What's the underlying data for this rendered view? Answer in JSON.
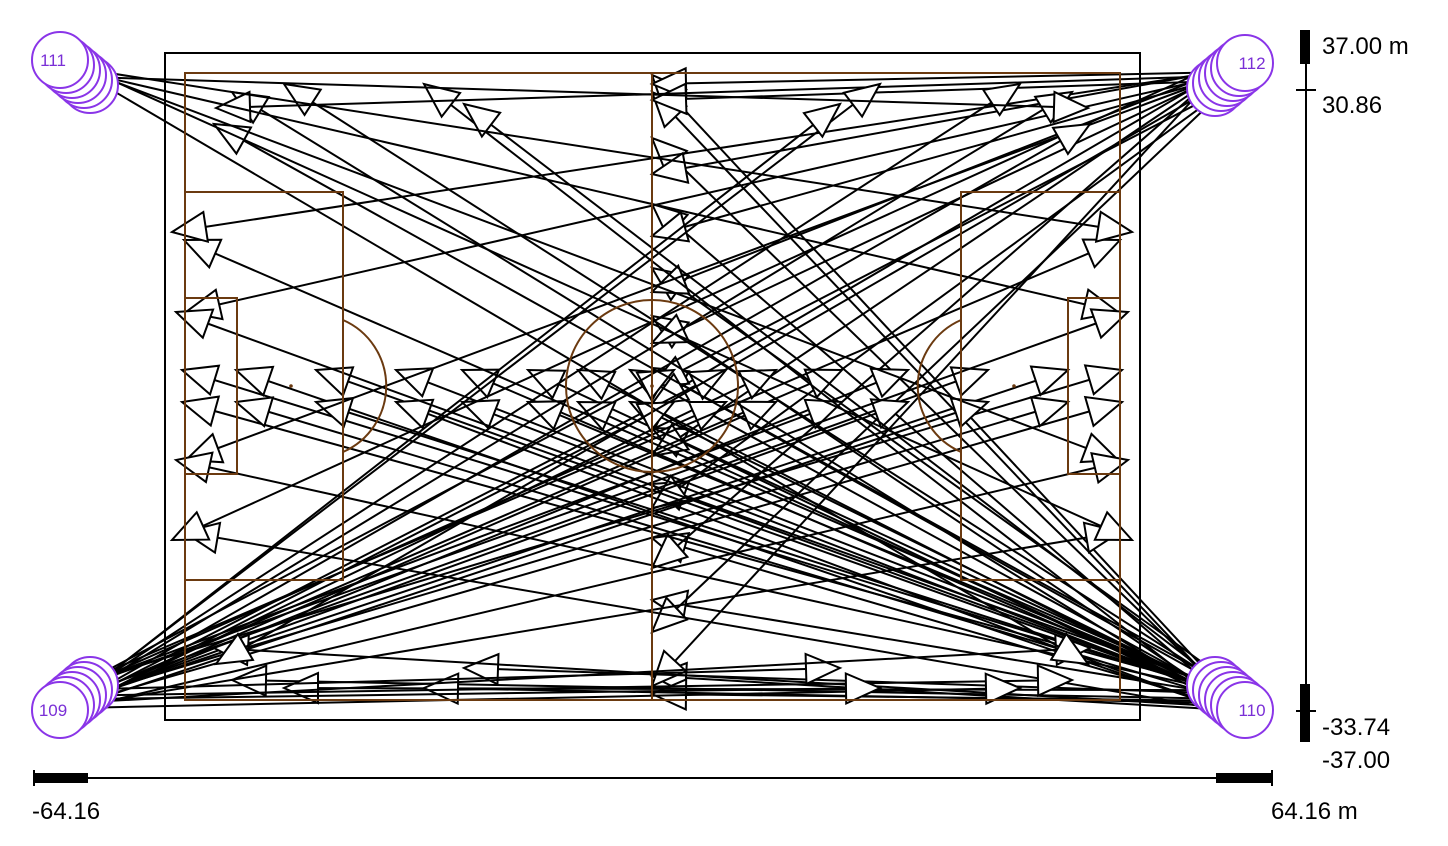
{
  "diagram": {
    "colors": {
      "aim_line": "#000000",
      "pitch_marking": "#6b3a10",
      "pole": "#8a35e8",
      "pole_label": "#7a2fd6",
      "dimension": "#000000"
    },
    "poles": [
      {
        "id": "111",
        "corner": "top-left"
      },
      {
        "id": "112",
        "corner": "top-right"
      },
      {
        "id": "109",
        "corner": "bottom-left"
      },
      {
        "id": "110",
        "corner": "bottom-right"
      }
    ],
    "dimensions": {
      "y_top": "37.00 m",
      "y_inner_top": "30.86",
      "y_inner_bottom": "-33.74",
      "y_bottom": "-37.00",
      "x_left": "-64.16",
      "x_right": "64.16 m"
    }
  }
}
